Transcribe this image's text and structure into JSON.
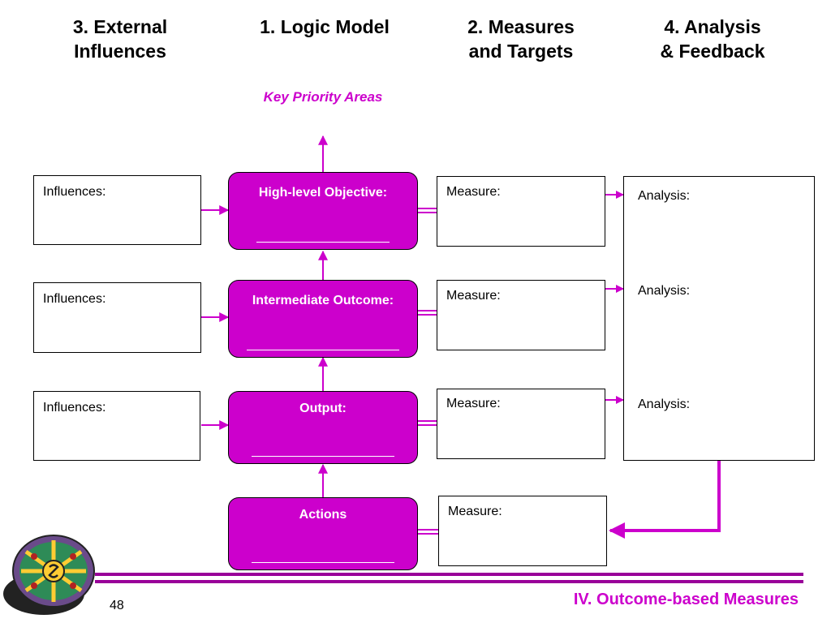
{
  "headers": {
    "external": [
      "3. External",
      "Influences"
    ],
    "logic": [
      "1. Logic Model"
    ],
    "measures": [
      "2. Measures",
      "and Targets"
    ],
    "analysis": [
      "4. Analysis",
      "& Feedback"
    ]
  },
  "key_priority": "Key Priority Areas",
  "influences_label": "Influences:",
  "measure_label": "Measure:",
  "analysis_label": "Analysis:",
  "logic_boxes": {
    "objective": "High-level Objective:",
    "intermediate": "Intermediate Outcome:",
    "output": "Output:",
    "actions": "Actions"
  },
  "footer": {
    "page": "48",
    "title": "IV. Outcome-based Measures"
  },
  "colors": {
    "accent": "#cc00cc",
    "footer_line": "#990099"
  }
}
